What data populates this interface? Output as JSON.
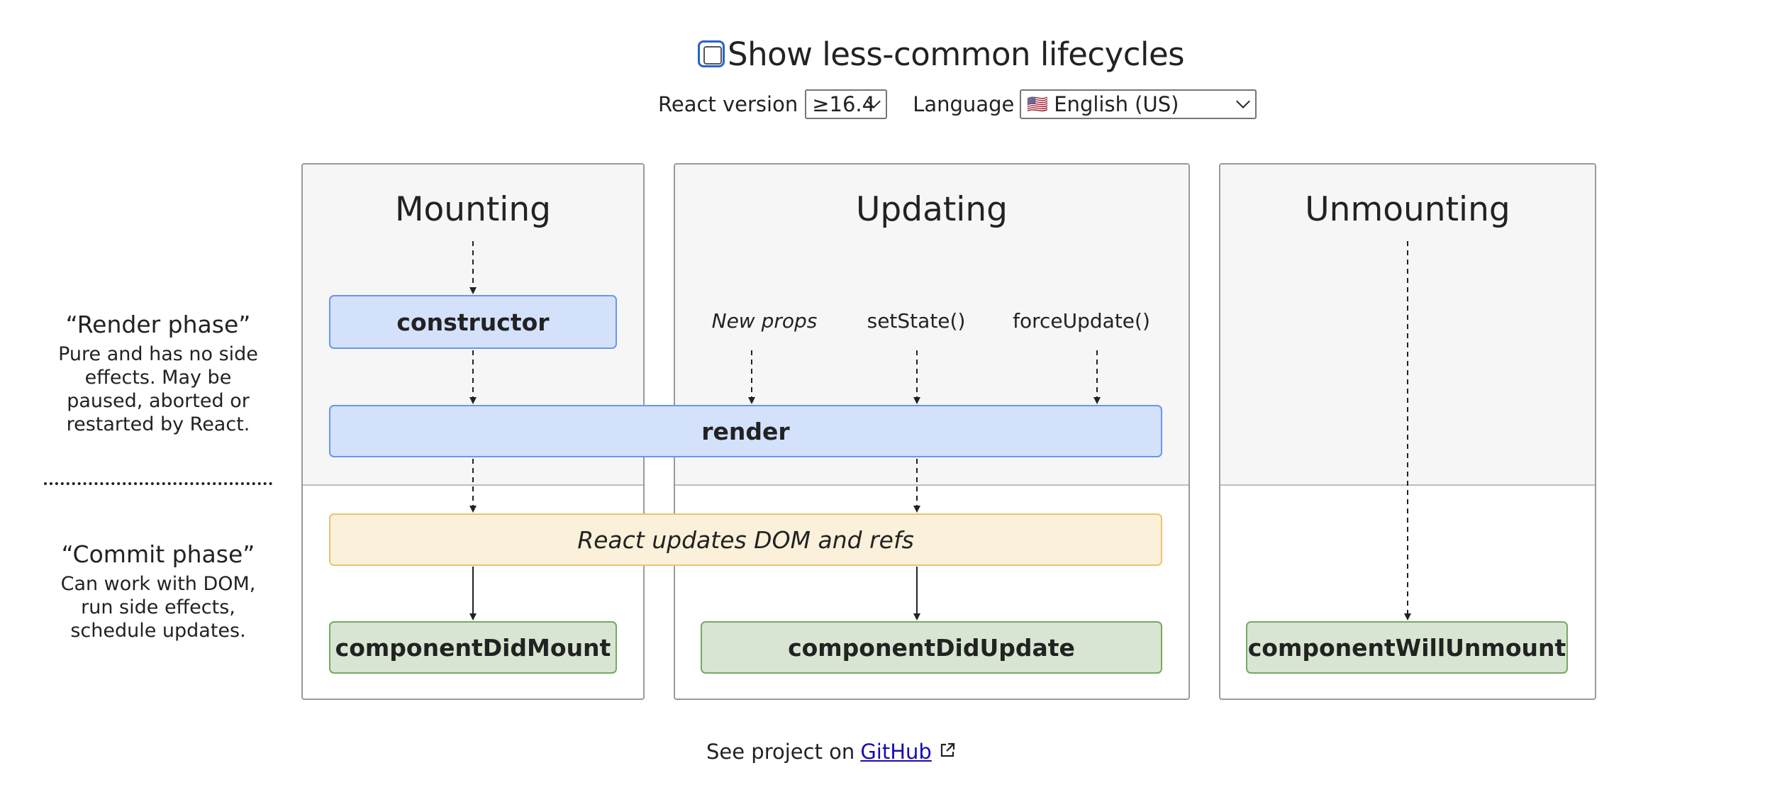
{
  "header": {
    "toggle_label": "Show less-common lifecycles",
    "version_label": "React version",
    "version_value": "≥16.4",
    "language_label": "Language",
    "language_flag": "🇺🇸",
    "language_value": "English (US)"
  },
  "phases": {
    "render": {
      "title": "“Render phase”",
      "body_lines": [
        "Pure and has no side",
        "effects. May be",
        "paused, aborted or",
        "restarted by React."
      ]
    },
    "commit": {
      "title": "“Commit phase”",
      "body_lines": [
        "Can work with DOM,",
        "run side effects,",
        "schedule updates."
      ]
    }
  },
  "columns": {
    "mounting": "Mounting",
    "updating": "Updating",
    "unmounting": "Unmounting"
  },
  "triggers": {
    "new_props": "New props",
    "set_state": "setState()",
    "force_update": "forceUpdate()"
  },
  "methods": {
    "constructor": "constructor",
    "render": "render",
    "dom_update": "React updates DOM and refs",
    "did_mount": "componentDidMount",
    "did_update": "componentDidUpdate",
    "will_unmount": "componentWillUnmount"
  },
  "footer": {
    "prefix": "See project on",
    "link": "GitHub"
  },
  "colors": {
    "render_fill": "#d4e1fb",
    "render_border": "#6b96ea",
    "commit_fill": "#fbf1da",
    "commit_border": "#eac46c",
    "lifecycle_fill": "#d8e5d2",
    "lifecycle_border": "#77a865",
    "checkbox_accent": "#2a63c9"
  }
}
